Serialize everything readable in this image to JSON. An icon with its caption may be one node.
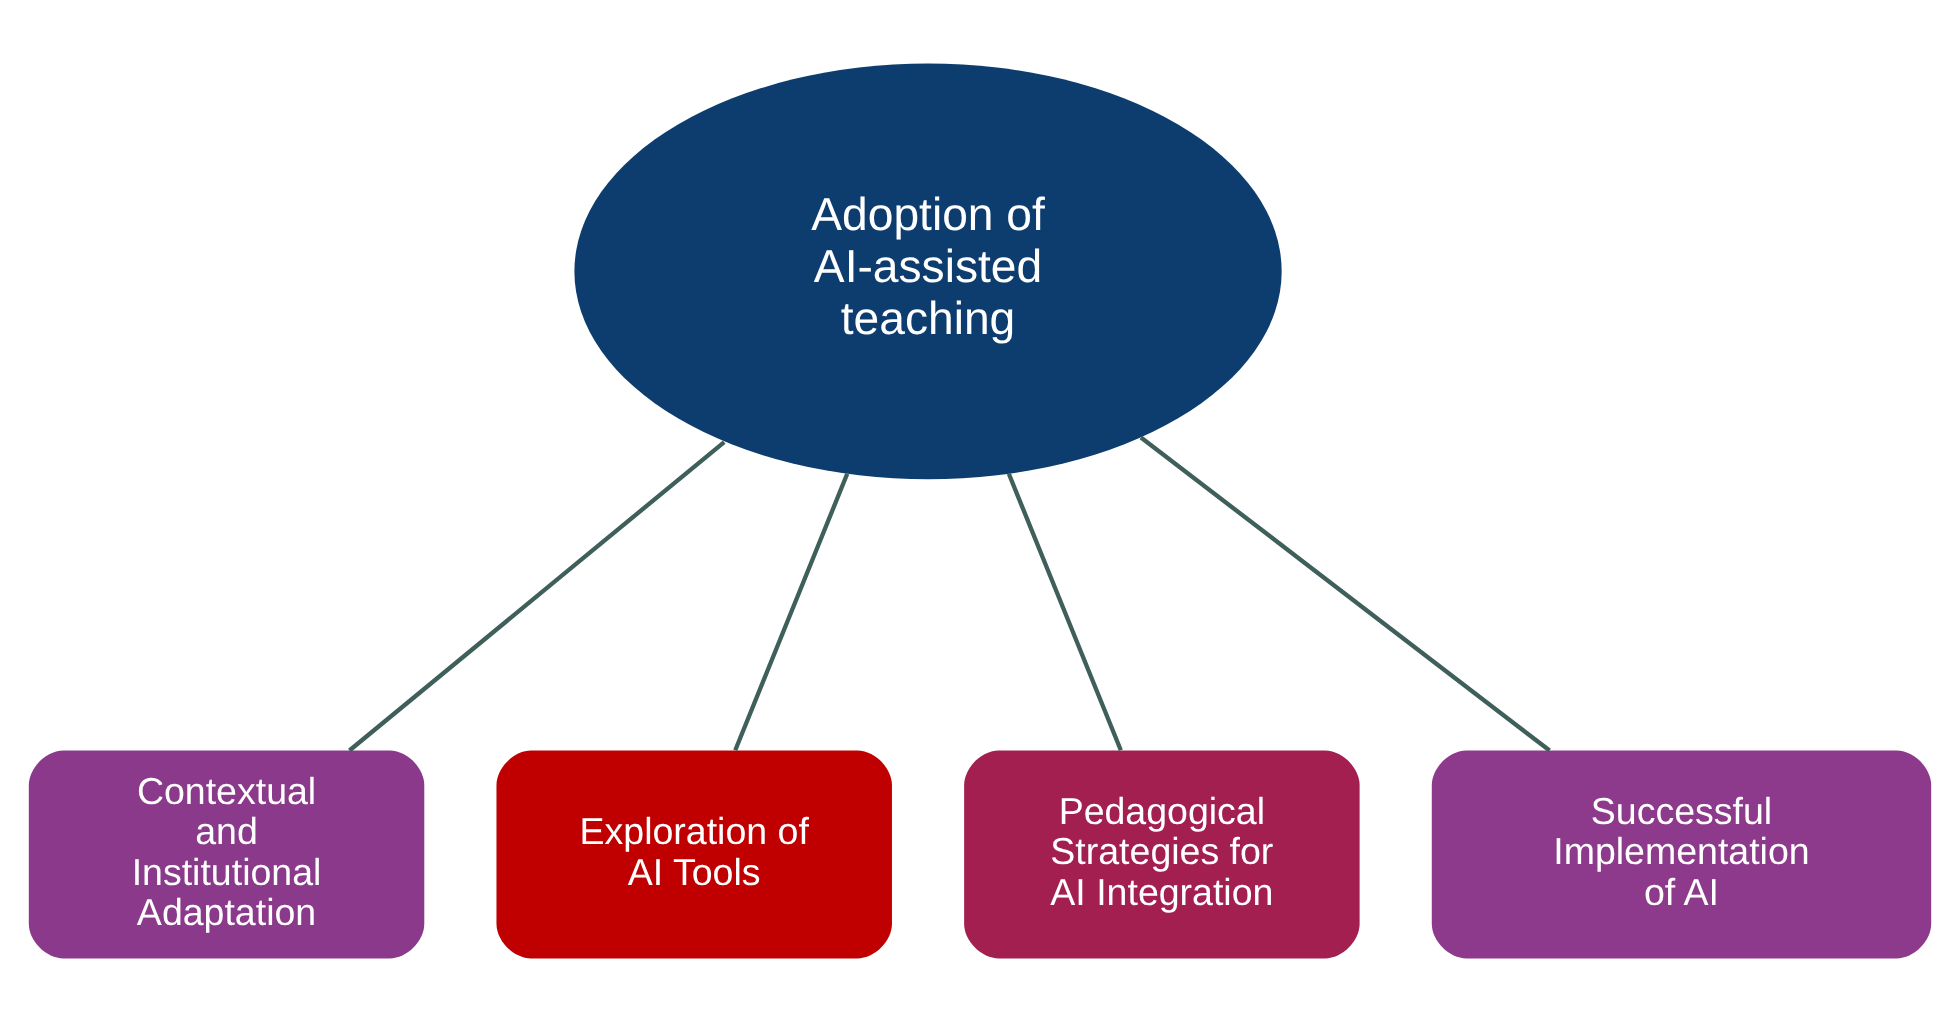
{
  "diagram": {
    "nodes": [
      {
        "text": [
          "Adoption of AI-assisted teaching"
        ]
      },
      {
        "text": [
          "Contextual and Institutional Adaptation"
        ]
      },
      {
        "text": [
          "Exploration of AI Tools"
        ]
      },
      {
        "text": [
          "Pedagogical Strategies for AI Integration"
        ]
      },
      {
        "text": [
          "Successful Implementation of AI"
        ]
      }
    ],
    "edges": [
      {
        "from": 0,
        "to": 1,
        "arrow": "none"
      },
      {
        "from": 0,
        "to": 2,
        "arrow": "none"
      },
      {
        "from": 0,
        "to": 3,
        "arrow": "none"
      },
      {
        "from": 0,
        "to": 4,
        "arrow": "none"
      }
    ]
  }
}
